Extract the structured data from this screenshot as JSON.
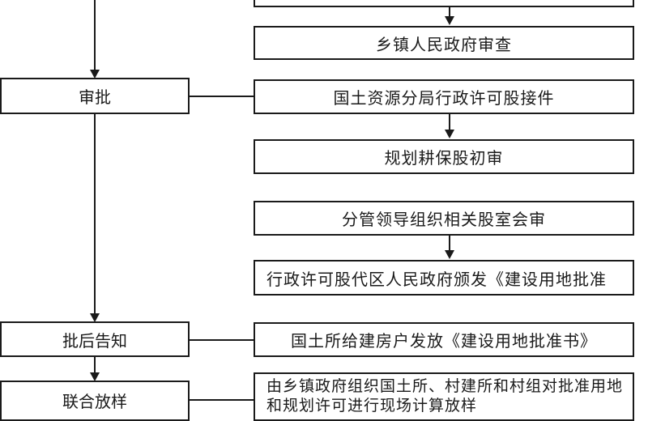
{
  "diagram": {
    "type": "flowchart",
    "left_column": [
      {
        "id": "approval",
        "label": "审批"
      },
      {
        "id": "post-approval-notice",
        "label": "批后告知"
      },
      {
        "id": "joint-staking",
        "label": "联合放样"
      }
    ],
    "right_column": [
      {
        "id": "top-step",
        "label": ""
      },
      {
        "id": "town-gov-review",
        "label": "乡镇人民政府审查"
      },
      {
        "id": "land-bureau-intake",
        "label": "国土资源分局行政许可股接件"
      },
      {
        "id": "planning-initial-review",
        "label": "规划耕保股初审"
      },
      {
        "id": "joint-department-review",
        "label": "分管领导组织相关股室会审"
      },
      {
        "id": "permit-issuance",
        "label": "行政许可股代区人民政府颁发《建设用地批准"
      },
      {
        "id": "land-office-issue",
        "label": "国土所给建房户发放《建设用地批准书》"
      },
      {
        "id": "town-organize-staking",
        "line1": "由乡镇政府组织国土所、村建所和村组对批准用地",
        "line2": "和规划许可进行现场计算放样"
      }
    ]
  }
}
